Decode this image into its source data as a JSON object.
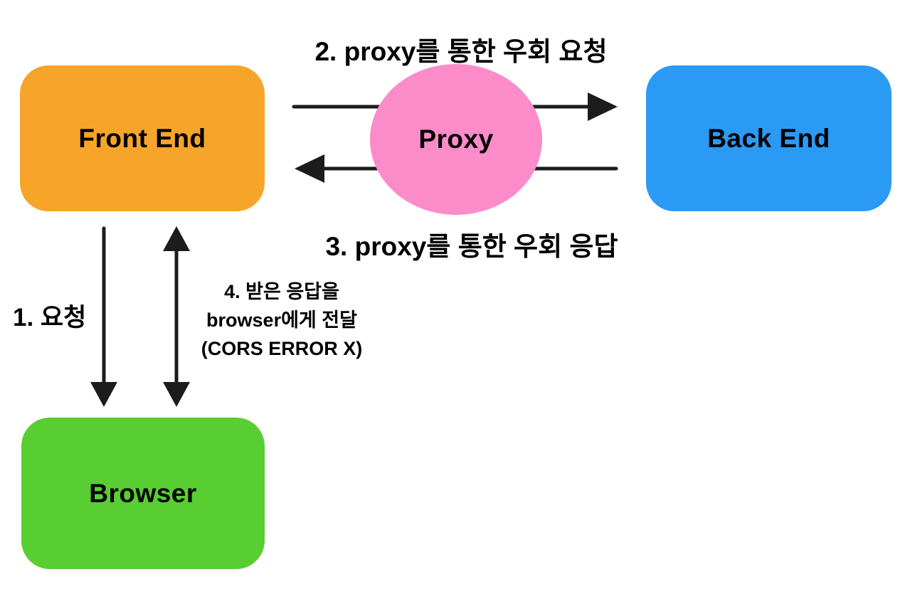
{
  "nodes": {
    "front_end": {
      "label": "Front End",
      "color": "#F7A42A"
    },
    "proxy": {
      "label": "Proxy",
      "color": "#FB8CC9"
    },
    "back_end": {
      "label": "Back End",
      "color": "#2B9AF5"
    },
    "browser": {
      "label": "Browser",
      "color": "#58CE32"
    }
  },
  "labels": {
    "step1": "1. 요청",
    "step2": "2. proxy를 통한 우회 요청",
    "step3": "3. proxy를 통한 우회 응답",
    "step4_line1": "4. 받은 응답을",
    "step4_line2": "browser에게 전달",
    "step4_line3": "(CORS ERROR X)"
  },
  "arrows": {
    "color": "#1C1C1C",
    "front_to_back": "request via proxy",
    "back_to_front": "response via proxy",
    "front_to_browser": "request",
    "front_browser_both": "deliver response to browser"
  },
  "canvas": {
    "background": "#FFFFFF"
  }
}
